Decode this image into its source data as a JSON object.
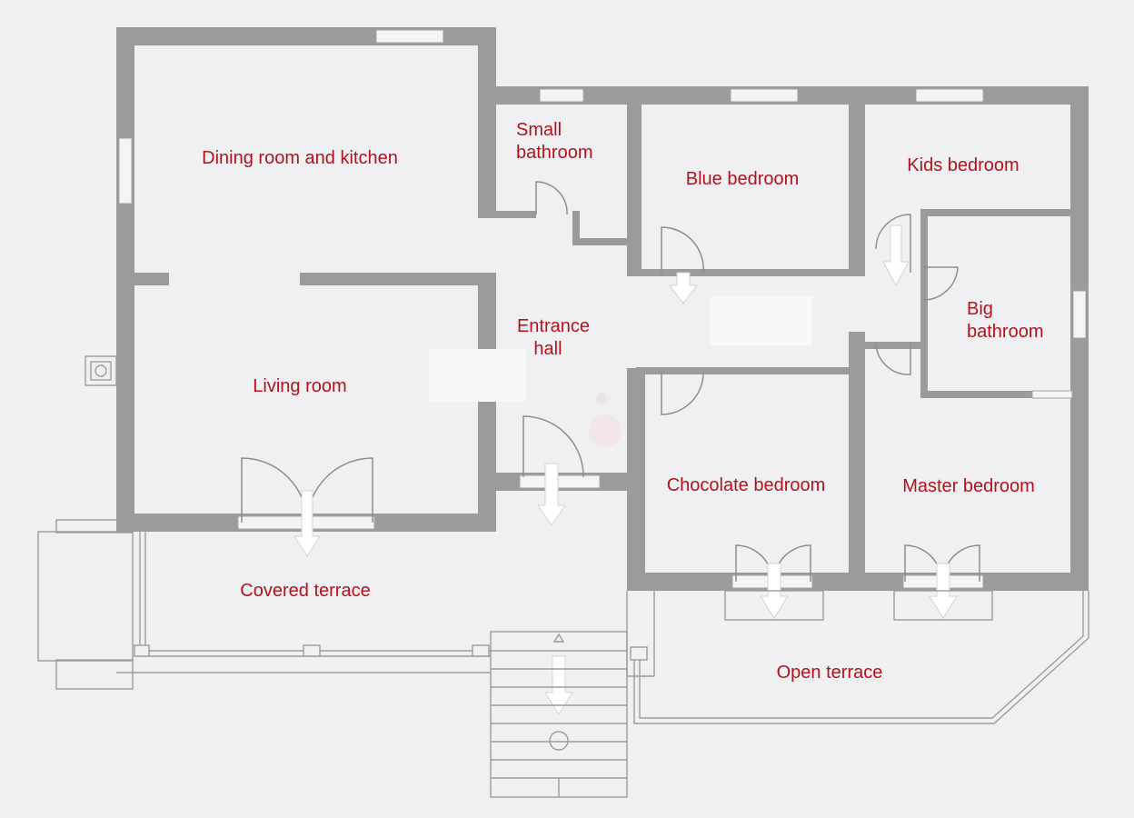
{
  "floor_plan": {
    "rooms": {
      "dining_kitchen": "Dining room and kitchen",
      "small_bathroom": [
        "Small",
        "bathroom"
      ],
      "blue_bedroom": "Blue bedroom",
      "kids_bedroom": "Kids bedroom",
      "big_bathroom": [
        "Big",
        "bathroom"
      ],
      "entrance_hall": [
        "Entrance",
        "hall"
      ],
      "living_room": "Living room",
      "chocolate_bedroom": "Chocolate bedroom",
      "master_bedroom": "Master bedroom",
      "covered_terrace": "Covered terrace",
      "open_terrace": "Open terrace"
    },
    "colors": {
      "wall": "#9a9c9c",
      "label": "#b3121b",
      "background": "#f0f0f3"
    }
  }
}
